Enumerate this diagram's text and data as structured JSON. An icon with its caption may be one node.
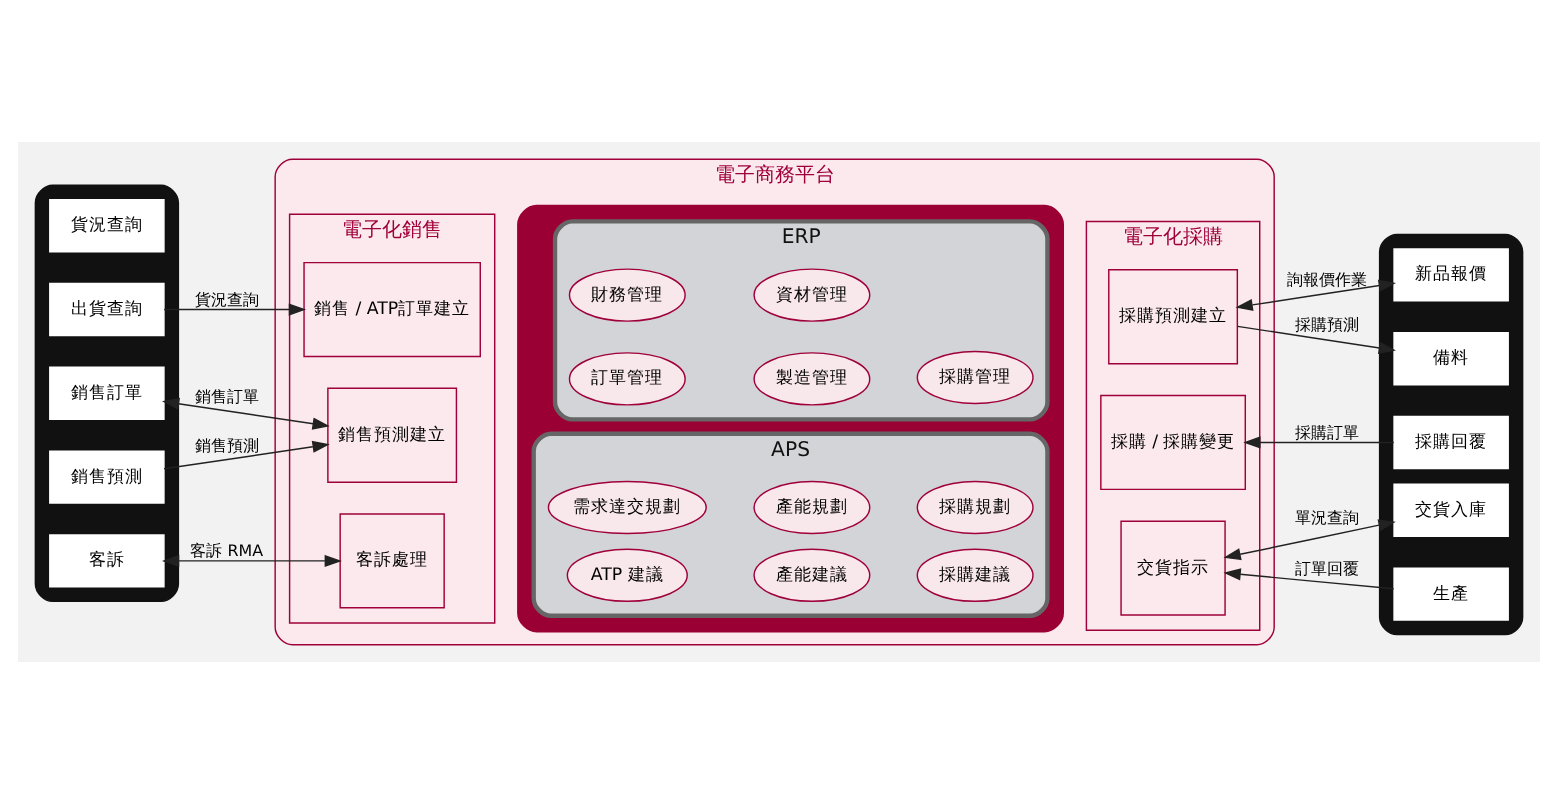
{
  "diagram": {
    "nodes": [
      {
        "text": [],
        "shape": "box"
      },
      {
        "text": [
          "客訴"
        ],
        "in": 0
      },
      {
        "text": [
          "銷售預測"
        ],
        "in": 0
      },
      {
        "text": [
          "銷售訂單"
        ],
        "in": 0
      },
      {
        "text": [
          "出貨查詢"
        ],
        "in": 0
      },
      {
        "text": [
          "貨況查詢"
        ],
        "in": 0
      },
      {
        "text": [
          "電子商務平台"
        ]
      },
      {
        "text": [
          "電子化銷售"
        ],
        "in": 6
      },
      {
        "text": [
          "客訴處理"
        ],
        "in": 7
      },
      {
        "text": [
          "銷售預測建立"
        ],
        "in": 7
      },
      {
        "text": [
          "銷售 / ATP訂單建立"
        ],
        "in": 7
      },
      {
        "text": [],
        "shape": "box",
        "in": 6
      },
      {
        "text": [
          "ERP"
        ],
        "in": 11
      },
      {
        "text": [
          "訂單管理"
        ],
        "in": 12
      },
      {
        "text": [
          "製造管理"
        ],
        "in": 12
      },
      {
        "text": [
          "採購管理"
        ],
        "in": 12
      },
      {
        "text": [
          "財務管理"
        ],
        "in": 12
      },
      {
        "text": [
          "資材管理"
        ],
        "in": 12
      },
      {
        "text": [
          "APS"
        ],
        "in": 11
      },
      {
        "text": [
          "需求達交規劃"
        ],
        "in": 18
      },
      {
        "text": [
          "產能規劃"
        ],
        "in": 18
      },
      {
        "text": [
          "採購規劃"
        ],
        "in": 18
      },
      {
        "text": [
          "ATP 建議"
        ],
        "in": 18
      },
      {
        "text": [
          "產能建議"
        ],
        "in": 18
      },
      {
        "text": [
          "採購建議"
        ],
        "in": 18
      },
      {
        "text": [
          "電子化採購"
        ],
        "in": 6
      },
      {
        "text": [
          "採購預測建立"
        ],
        "in": 25
      },
      {
        "text": [
          "採購 / 採購變更"
        ],
        "in": 25
      },
      {
        "text": [
          "交貨指示"
        ],
        "in": 25
      },
      {
        "text": [],
        "shape": "box"
      },
      {
        "text": [
          "新品報價"
        ],
        "in": 29
      },
      {
        "text": [
          "備料"
        ],
        "in": 29
      },
      {
        "text": [
          "採購回覆"
        ],
        "in": 29
      },
      {
        "text": [
          "生產"
        ],
        "in": 29
      },
      {
        "text": [
          "交貨入庫"
        ],
        "in": 29
      }
    ],
    "edges": [
      {
        "from": 1,
        "to": 8,
        "arrow": "both",
        "label": "客訴 RMA"
      },
      {
        "from": 2,
        "to": 9,
        "arrow": "to",
        "label": "銷售預測"
      },
      {
        "from": 3,
        "to": 9,
        "arrow": "both",
        "label": "銷售訂單"
      },
      {
        "from": 4,
        "to": 10,
        "arrow": "to",
        "label": "貨況查詢"
      },
      {
        "from": 30,
        "to": 26,
        "arrow": "both",
        "label": "詢報價作業"
      },
      {
        "from": 26,
        "to": 31,
        "arrow": "to",
        "label": "採購預測"
      },
      {
        "from": 32,
        "to": 27,
        "arrow": "to",
        "label": "採購訂單"
      },
      {
        "from": 33,
        "to": 28,
        "arrow": "to",
        "label": "訂單回覆"
      },
      {
        "from": 34,
        "to": 28,
        "arrow": "both",
        "label": "單況查詢"
      }
    ]
  }
}
